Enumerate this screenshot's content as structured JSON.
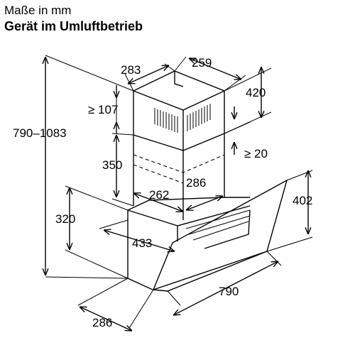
{
  "header": {
    "subtitle": "Maße in mm",
    "title": "Gerät im Umluftbetrieb"
  },
  "dimensions": {
    "total_height": "790–1083",
    "chimney_top_width": "283",
    "chimney_top_depth": "259",
    "upper_chimney_height": "420",
    "min_gap_top": "≥ 107",
    "lower_chimney_height": "350",
    "min_gap_side": "≥ 20",
    "chimney_width_front": "262",
    "chimney_depth": "286",
    "body_height": "320",
    "front_panel_height": "402",
    "body_depth": "433",
    "hood_width": "790",
    "base_depth": "286"
  }
}
